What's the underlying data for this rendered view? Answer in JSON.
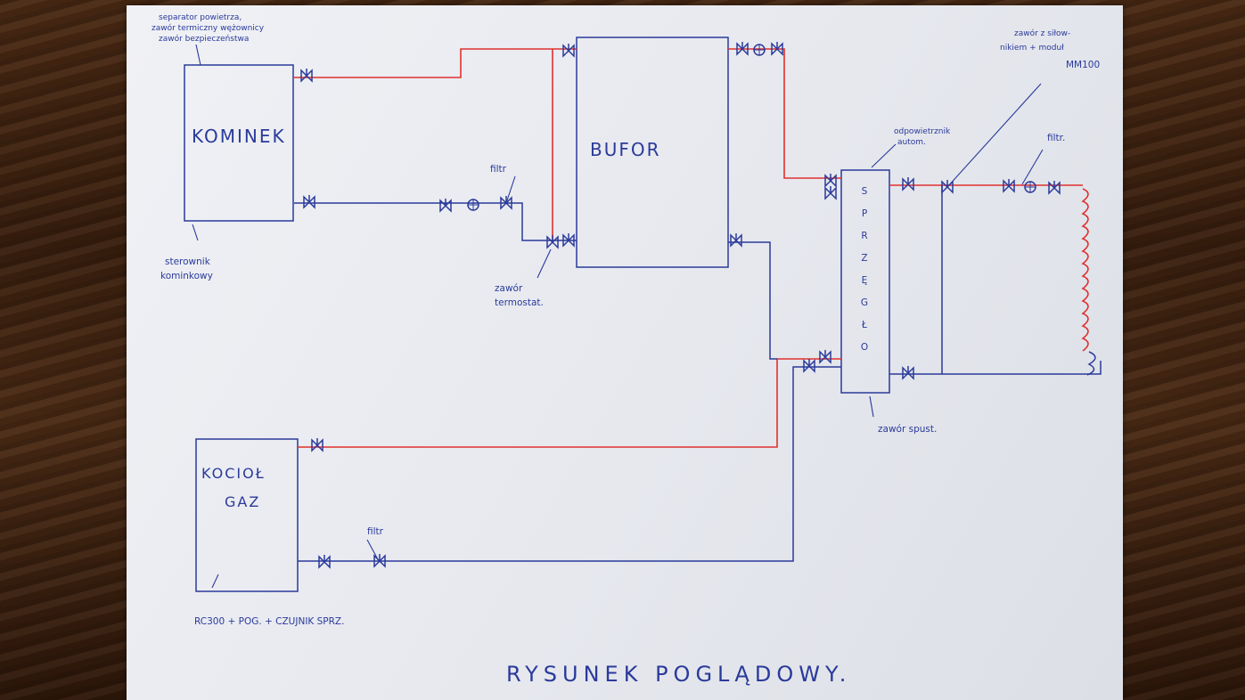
{
  "labels": {
    "separator_line1": "separator powietrza,",
    "separator_line2": "zawór termiczny wężownicy",
    "separator_line3": "zawór bezpieczeństwa",
    "kominek": "KOMINEK",
    "sterownik_line1": "sterownik",
    "sterownik_line2": "kominkowy",
    "filtr_top": "filtr",
    "zawor_term_line1": "zawór",
    "zawor_term_line2": "termostat.",
    "bufor": "BUFOR",
    "odpowietrznik_line1": "odpowietrznik",
    "odpowietrznik_line2": "autom.",
    "sprzeglo": [
      "S",
      "P",
      "R",
      "Z",
      "Ę",
      "G",
      "Ł",
      "O"
    ],
    "zawor_siln_line1": "zawór z siłow-",
    "zawor_siln_line2": "nikiem + moduł",
    "zawor_siln_line3": "MM100",
    "filtr_right": "filtr.",
    "zawor_spust": "zawór spust.",
    "kociol_line1": "KOCIOŁ",
    "kociol_line2": "GAZ",
    "filtr_bottom": "filtr",
    "rc300": "RC300 + POG. + CZUJNIK SPRZ.",
    "title": "RYSUNEK POGLĄDOWY."
  },
  "colors": {
    "ink_blue": "#2a3a9a",
    "ink_red": "#e0302e",
    "paper": "#eceef2"
  }
}
